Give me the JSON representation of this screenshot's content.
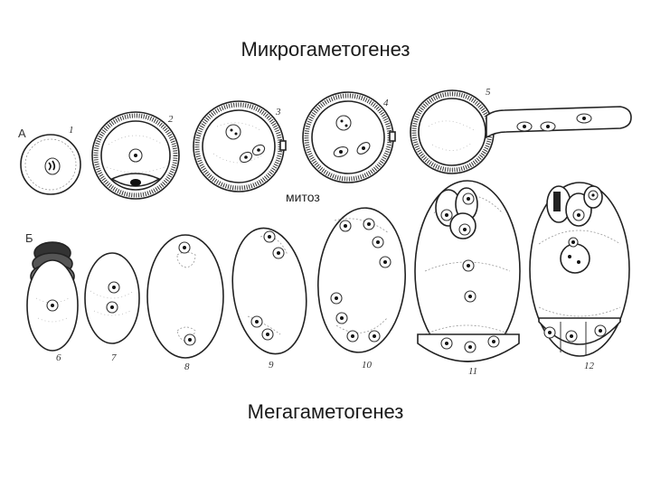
{
  "titles": {
    "top": "Микрогаметогенез",
    "middle": "митоз",
    "bottom": "Мегагаметогенез"
  },
  "row_labels": {
    "a": "А",
    "b": "Б"
  },
  "stage_numbers": {
    "s1": "1",
    "s2": "2",
    "s3": "3",
    "s4": "4",
    "s5": "5",
    "s6": "6",
    "s7": "7",
    "s8": "8",
    "s9": "9",
    "s10": "10",
    "s11": "11",
    "s12": "12"
  }
}
